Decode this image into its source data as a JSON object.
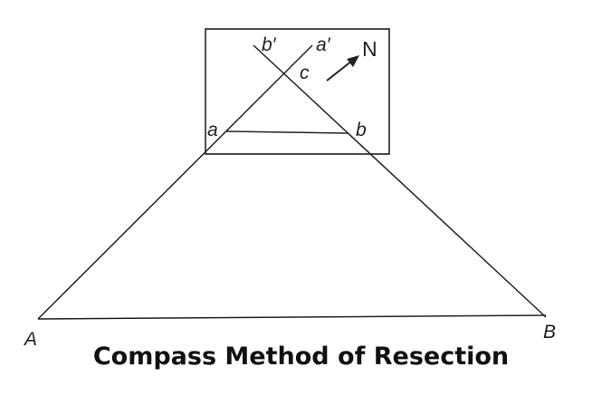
{
  "title": "Compass Method of Resection",
  "labels": {
    "b_prime": "b′",
    "a_prime": "a′",
    "north": "N",
    "c": "c",
    "a": "a",
    "b": "b",
    "A": "A",
    "B": "B"
  },
  "colors": {
    "line": "#222222",
    "text": "#111111"
  }
}
